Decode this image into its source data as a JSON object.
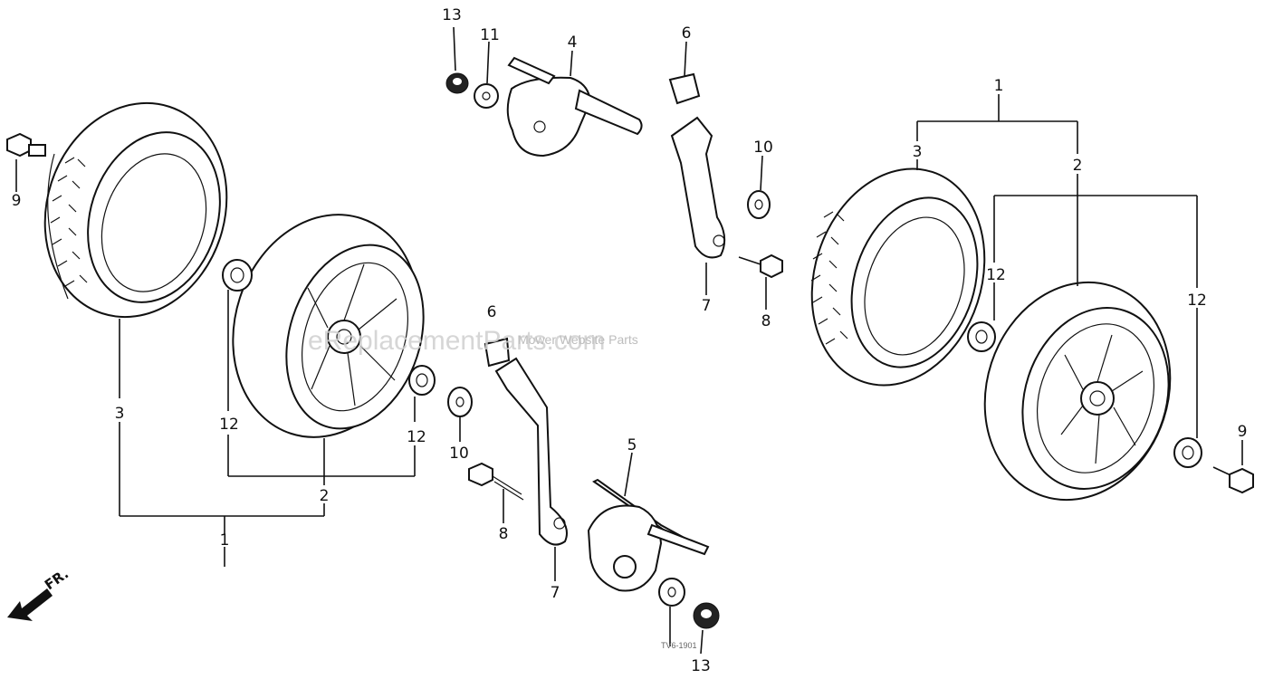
{
  "callouts": {
    "l_13a": "13",
    "l_11": "11",
    "l_4": "4",
    "l_6a": "6",
    "l_10a": "10",
    "l_7a": "7",
    "l_8a": "8",
    "l_1r": "1",
    "l_3r": "3",
    "l_2r": "2",
    "l_12r1": "12",
    "l_12r2": "12",
    "l_9r": "9",
    "l_9l": "9",
    "l_3l": "3",
    "l_12l1": "12",
    "l_12l2": "12",
    "l_2l": "2",
    "l_1l": "1",
    "l_6b": "6",
    "l_10b": "10",
    "l_8b": "8",
    "l_7b": "7",
    "l_5": "5",
    "l_13b": "13"
  },
  "direction_label": "FR.",
  "watermark": {
    "main": "eReplacementParts.com",
    "overlay": "Mower Website Parts",
    "code": "TV6-1901"
  },
  "colors": {
    "line": "#111111",
    "background": "#ffffff",
    "watermark": "#cfcfcf"
  }
}
